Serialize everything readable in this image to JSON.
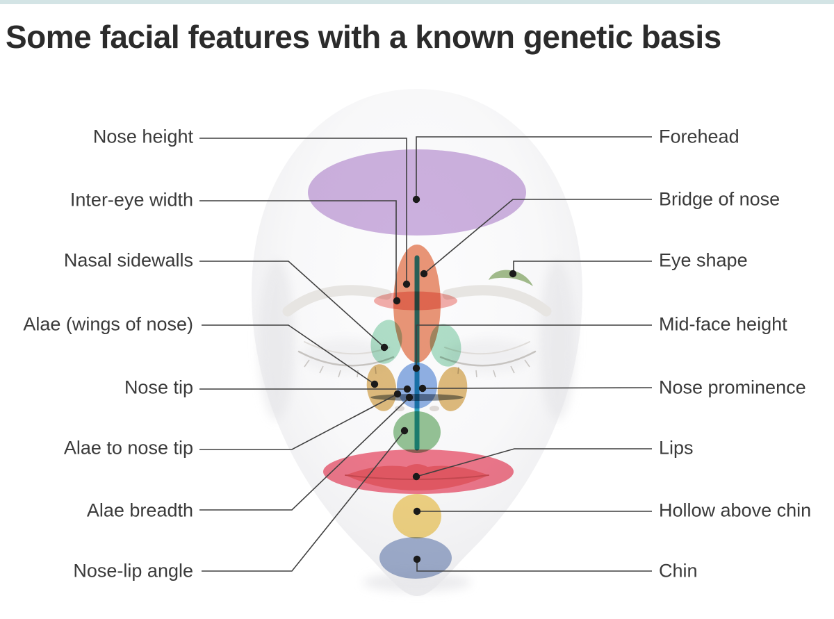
{
  "title": "Some facial features with a known genetic basis",
  "labels": {
    "left": [
      {
        "text": "Nose height"
      },
      {
        "text": "Inter-eye width"
      },
      {
        "text": "Nasal sidewalls"
      },
      {
        "text": "Alae (wings of nose)"
      },
      {
        "text": "Nose tip"
      },
      {
        "text": "Alae to nose tip"
      },
      {
        "text": "Alae breadth"
      },
      {
        "text": "Nose-lip angle"
      }
    ],
    "right": [
      {
        "text": "Forehead"
      },
      {
        "text": "Bridge of nose"
      },
      {
        "text": "Eye shape"
      },
      {
        "text": "Mid-face height"
      },
      {
        "text": "Nose prominence"
      },
      {
        "text": "Lips"
      },
      {
        "text": "Hollow above chin"
      },
      {
        "text": "Chin"
      }
    ]
  },
  "colors": {
    "top_strip": "#d3e4e5",
    "title_text": "#2b2b2b",
    "label_text": "#3a3a3a",
    "leader_line": "#3f3f3f",
    "marker_dot": "#1a1a1a",
    "forehead": "#c7a6dc",
    "bridge_of_nose": "#e8845f",
    "inter_eye_width": "#f2a19c",
    "eye_shape": "#94b379",
    "mid_face_height": "#2da4bc",
    "nasal_sidewalls": "#a3dcc0",
    "alae": "#dcb166",
    "nose_tip_and_prominence": "#7ea4e0",
    "alae_breadth": "#79828c",
    "nose_lip_angle": "#85bb85",
    "lips": "#ee6178",
    "hollow_above_chin": "#f2cf6e",
    "chin": "#93a5c9"
  }
}
